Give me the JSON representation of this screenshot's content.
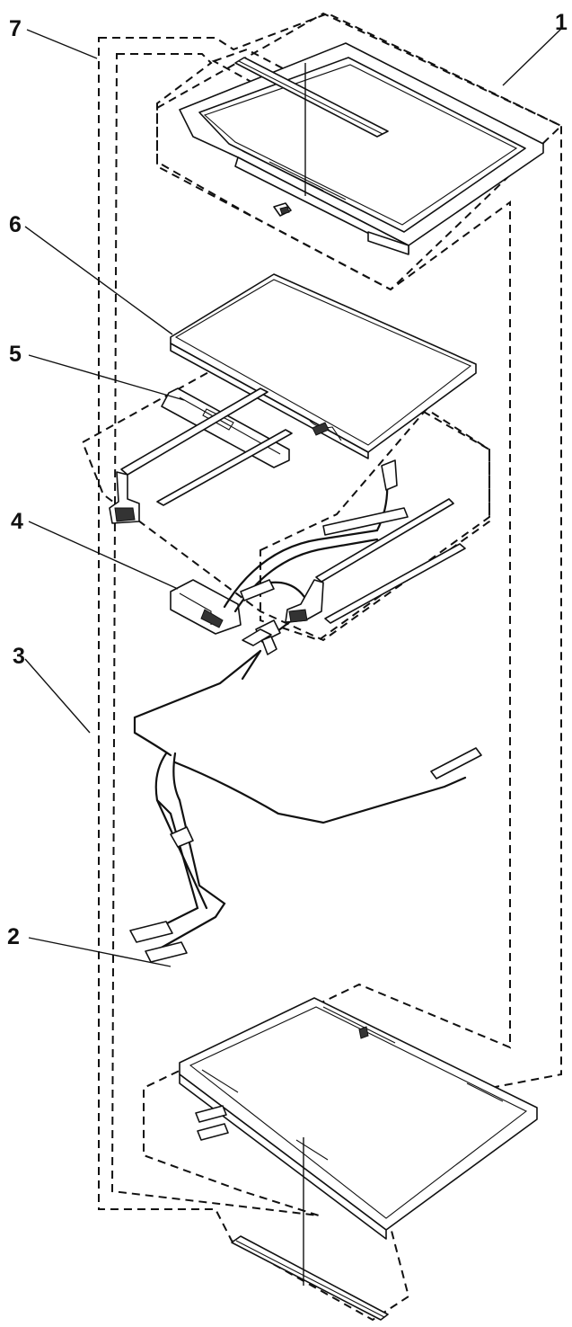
{
  "callouts": [
    {
      "id": "1",
      "text": "1"
    },
    {
      "id": "2",
      "text": "2"
    },
    {
      "id": "3",
      "text": "3"
    },
    {
      "id": "4",
      "text": "4"
    },
    {
      "id": "5",
      "text": "5"
    },
    {
      "id": "6",
      "text": "6"
    },
    {
      "id": "7",
      "text": "7"
    }
  ],
  "colors": {
    "line": "#111111",
    "background": "#ffffff"
  }
}
